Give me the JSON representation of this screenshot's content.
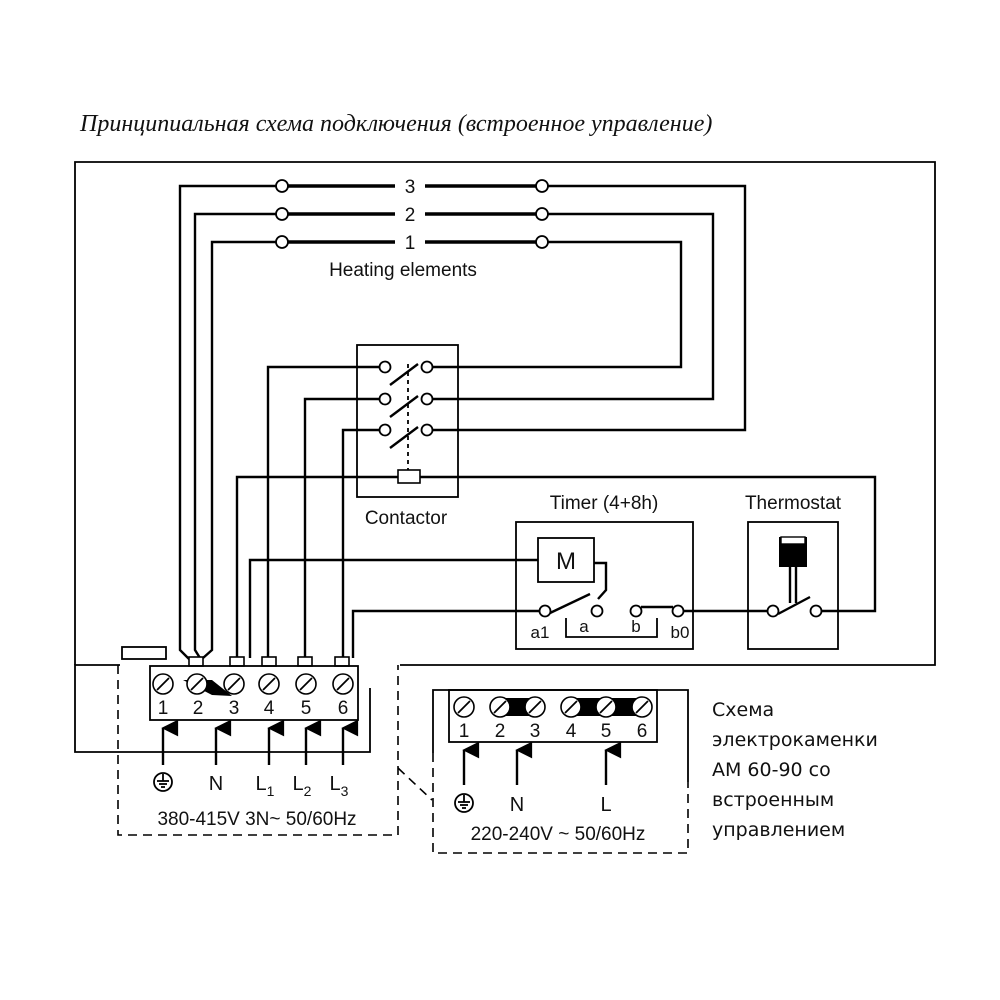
{
  "title": "Принципиальная схема подключения (встроенное управление)",
  "heating": {
    "label": "Heating elements",
    "numbers": [
      "3",
      "2",
      "1"
    ]
  },
  "contactor": {
    "label": "Contactor"
  },
  "timer": {
    "label": "Timer (4+8h)",
    "motor": "M",
    "contacts": [
      "a1",
      "a",
      "b",
      "b0"
    ]
  },
  "thermostat": {
    "label": "Thermostat"
  },
  "terminal_3phase": {
    "numbers": [
      "1",
      "2",
      "3",
      "4",
      "5",
      "6"
    ],
    "inputs": [
      "N",
      "L",
      "L",
      "L"
    ],
    "subscripts": [
      "1",
      "2",
      "3"
    ],
    "voltage": "380-415V 3N~ 50/60Hz"
  },
  "terminal_1phase": {
    "numbers": [
      "1",
      "2",
      "3",
      "4",
      "5",
      "6"
    ],
    "inputs": [
      "N",
      "L"
    ],
    "voltage": "220-240V ~ 50/60Hz"
  },
  "caption": [
    "Схема",
    "электрокаменки",
    "АМ 60-90 со",
    "встроенным",
    "управлением"
  ]
}
